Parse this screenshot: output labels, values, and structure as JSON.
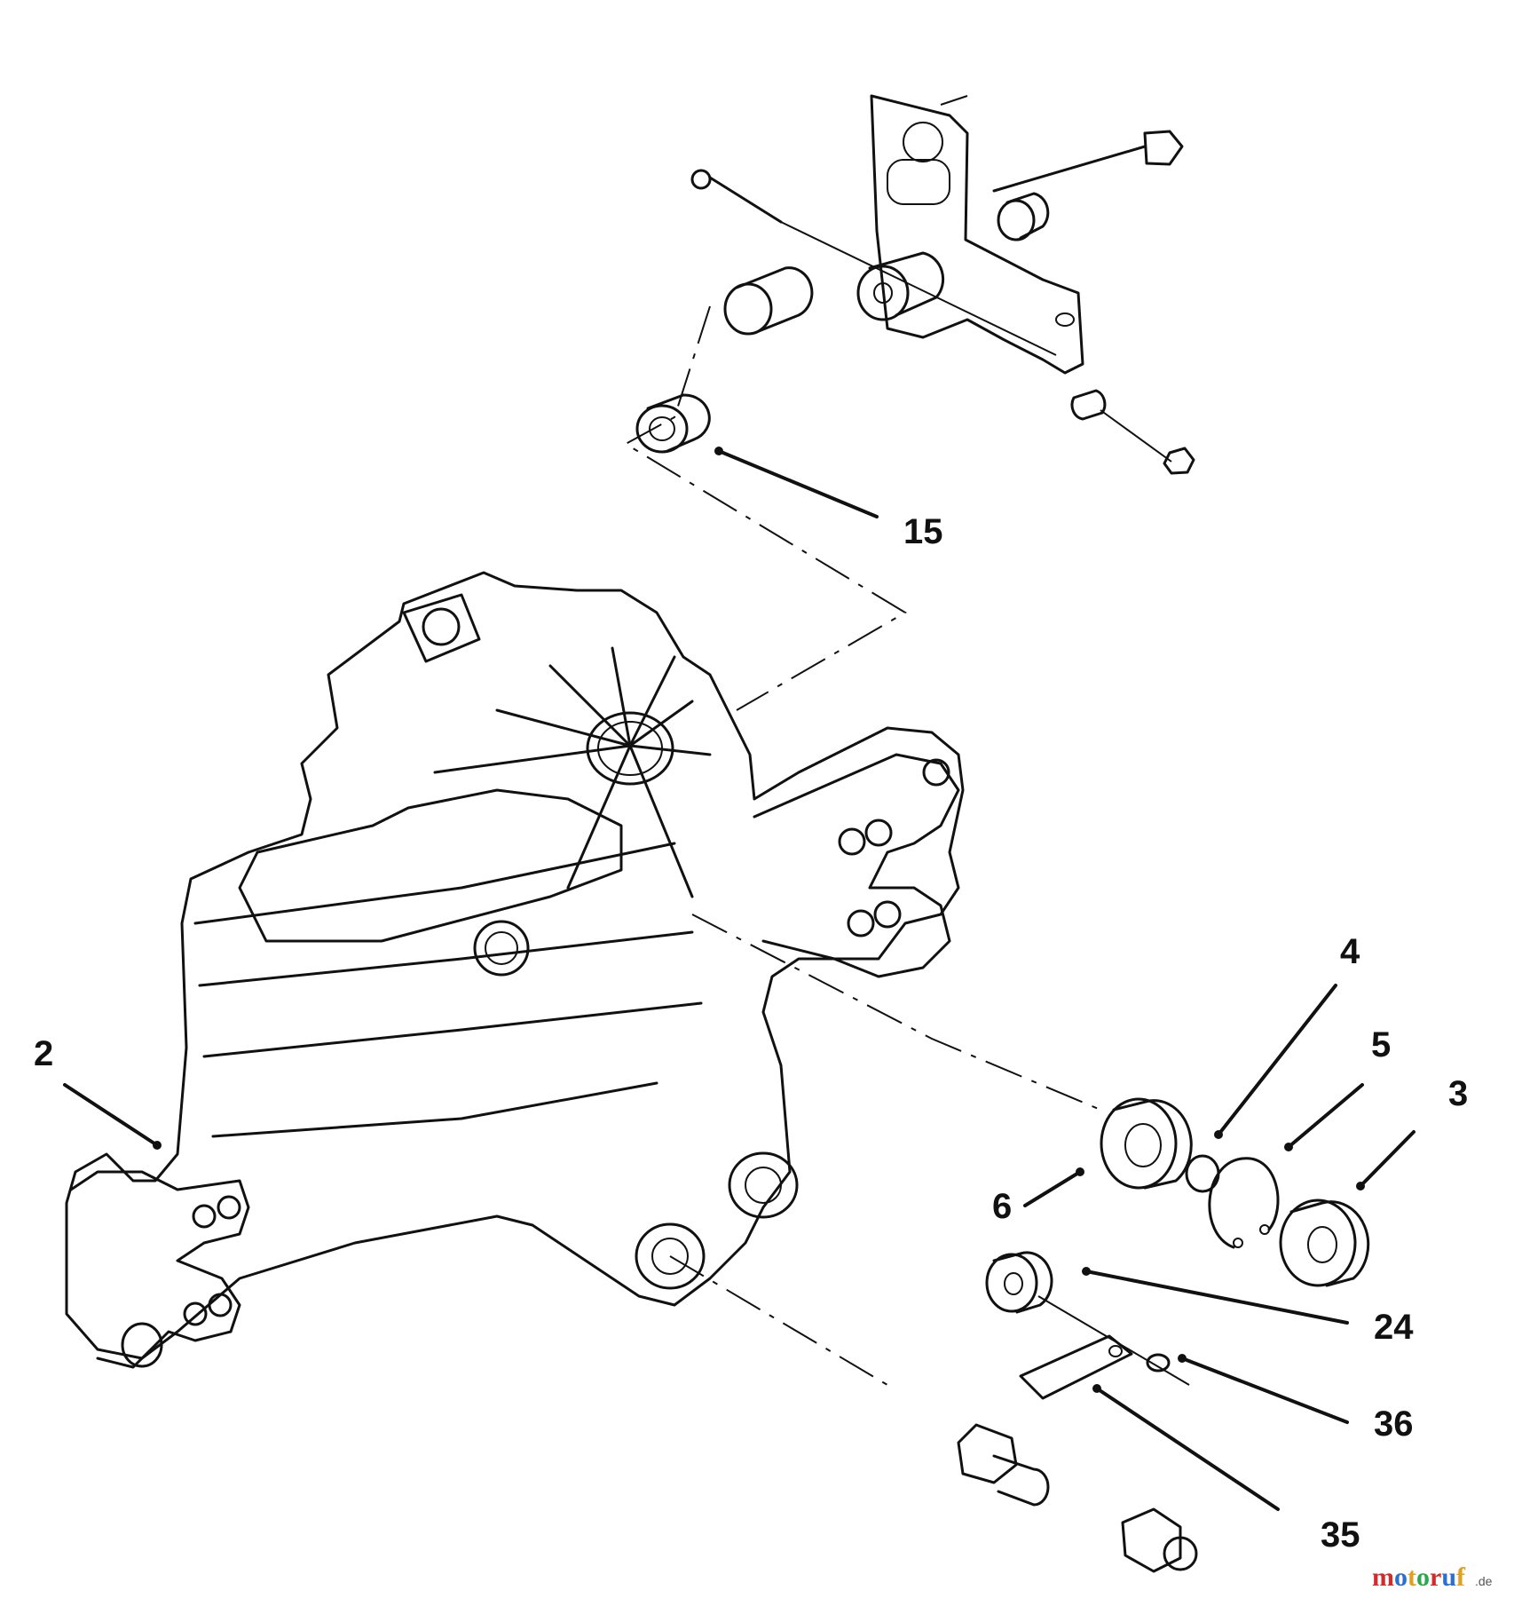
{
  "callouts": {
    "c15": "15",
    "c2": "2",
    "c4": "4",
    "c5": "5",
    "c3": "3",
    "c6": "6",
    "c24": "24",
    "c36": "36",
    "c35": "35"
  },
  "watermark": {
    "main": "motoruf",
    "suffix": ".de",
    "colors": [
      "#d22b2b",
      "#2b6fd2",
      "#e0a020",
      "#2ba84a"
    ]
  }
}
